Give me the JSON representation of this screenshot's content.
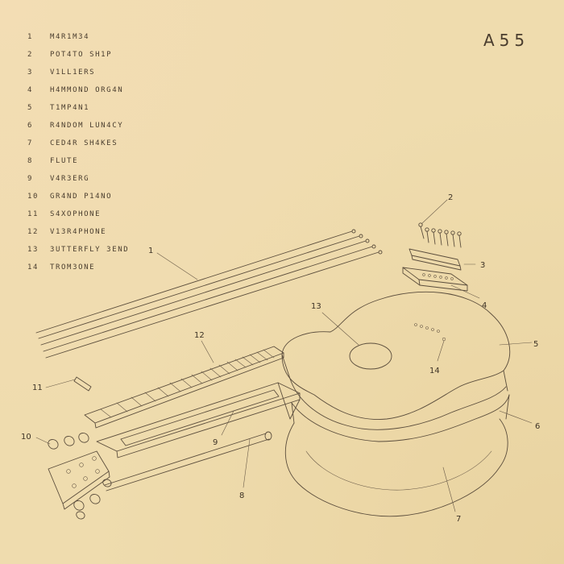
{
  "catalog_number": "A55",
  "tracks": [
    {
      "num": "1",
      "title": "M4R1M34"
    },
    {
      "num": "2",
      "title": "POT4TO SH1P"
    },
    {
      "num": "3",
      "title": "V1LL1ERS"
    },
    {
      "num": "4",
      "title": "H4MMOND ORG4N"
    },
    {
      "num": "5",
      "title": "T1MP4N1"
    },
    {
      "num": "6",
      "title": "R4NDOM LUN4CY"
    },
    {
      "num": "7",
      "title": "CED4R SH4KES"
    },
    {
      "num": "8",
      "title": "FLUTE"
    },
    {
      "num": "9",
      "title": "V4R3ERG"
    },
    {
      "num": "10",
      "title": "GR4ND P14NO"
    },
    {
      "num": "11",
      "title": "S4XOPHONE"
    },
    {
      "num": "12",
      "title": "V13R4PHONE"
    },
    {
      "num": "13",
      "title": "3UTTERFLY 3END"
    },
    {
      "num": "14",
      "title": "TROM3ONE"
    }
  ],
  "callouts": [
    "1",
    "2",
    "3",
    "4",
    "5",
    "6",
    "7",
    "8",
    "9",
    "10",
    "11",
    "12",
    "13",
    "14"
  ],
  "colors": {
    "paper": "#efdcae",
    "ink": "#4a3d2e",
    "line": "#5b4d3c"
  },
  "illustration": "exploded-view-acoustic-guitar"
}
